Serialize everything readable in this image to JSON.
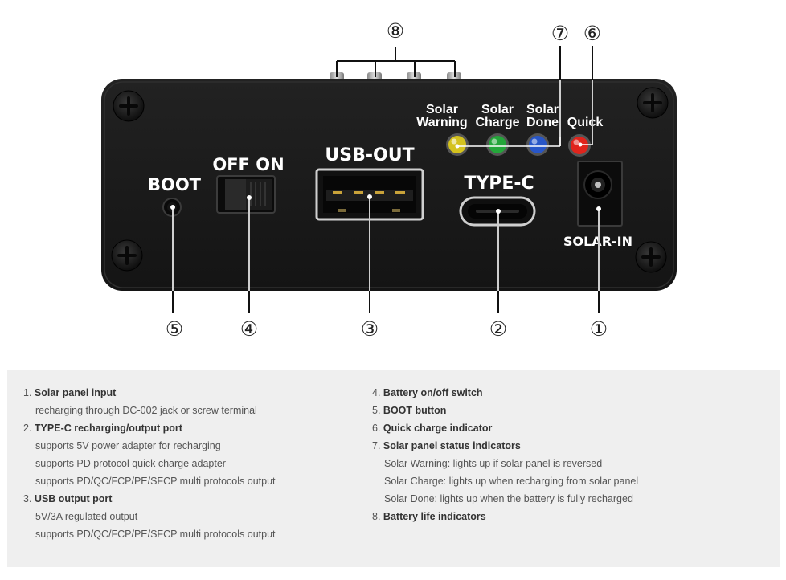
{
  "panel": {
    "labels": {
      "boot": "BOOT",
      "switch": "OFF ON",
      "usb_out": "USB-OUT",
      "type_c": "TYPE-C",
      "solar_in": "SOLAR-IN"
    },
    "leds": [
      {
        "line1": "Solar",
        "line2": "Warning",
        "color": "#d4c21e"
      },
      {
        "line1": "Solar",
        "line2": "Charge",
        "color": "#24a63a"
      },
      {
        "line1": "Solar",
        "line2": "Done",
        "color": "#2856c8"
      },
      {
        "line1": "",
        "line2": "Quick",
        "color": "#e0241c"
      }
    ]
  },
  "callouts": [
    "①",
    "②",
    "③",
    "④",
    "⑤",
    "⑥",
    "⑦",
    "⑧"
  ],
  "legend": {
    "left": [
      {
        "num": "1.",
        "title": "Solar panel input",
        "details": [
          "recharging through DC-002 jack or screw terminal"
        ]
      },
      {
        "num": "2.",
        "title": "TYPE-C recharging/output port",
        "details": [
          "supports 5V power adapter for recharging",
          "supports PD protocol quick charge adapter",
          "supports PD/QC/FCP/PE/SFCP multi protocols output"
        ]
      },
      {
        "num": "3.",
        "title": "USB output port",
        "details": [
          "5V/3A regulated output",
          "supports PD/QC/FCP/PE/SFCP multi protocols output"
        ]
      }
    ],
    "right": [
      {
        "num": "4.",
        "title": "Battery on/off switch",
        "details": []
      },
      {
        "num": "5.",
        "title": "BOOT button",
        "details": []
      },
      {
        "num": "6.",
        "title": "Quick charge indicator",
        "details": []
      },
      {
        "num": "7.",
        "title": "Solar panel status indicators",
        "details": [
          "Solar Warning: lights up if solar panel is reversed",
          "Solar Charge: lights up when recharging from solar panel",
          "Solar Done: lights up when the battery is fully recharged"
        ]
      },
      {
        "num": "8.",
        "title": "Battery life indicators",
        "details": []
      }
    ]
  }
}
